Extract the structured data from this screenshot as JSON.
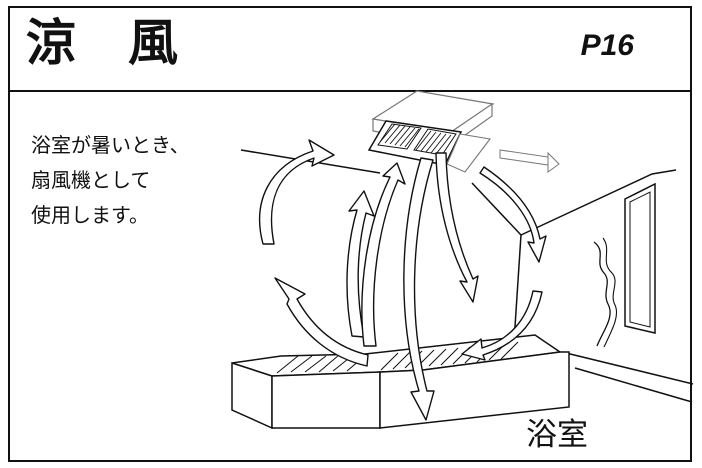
{
  "header": {
    "title": "涼　風",
    "page": "P16"
  },
  "description": {
    "text": "浴室が暑いとき、\n扇風機として\n使用します。"
  },
  "illustration": {
    "room_label": "浴室",
    "line_color": "#111111",
    "arrow_fill": "#ffffff"
  }
}
